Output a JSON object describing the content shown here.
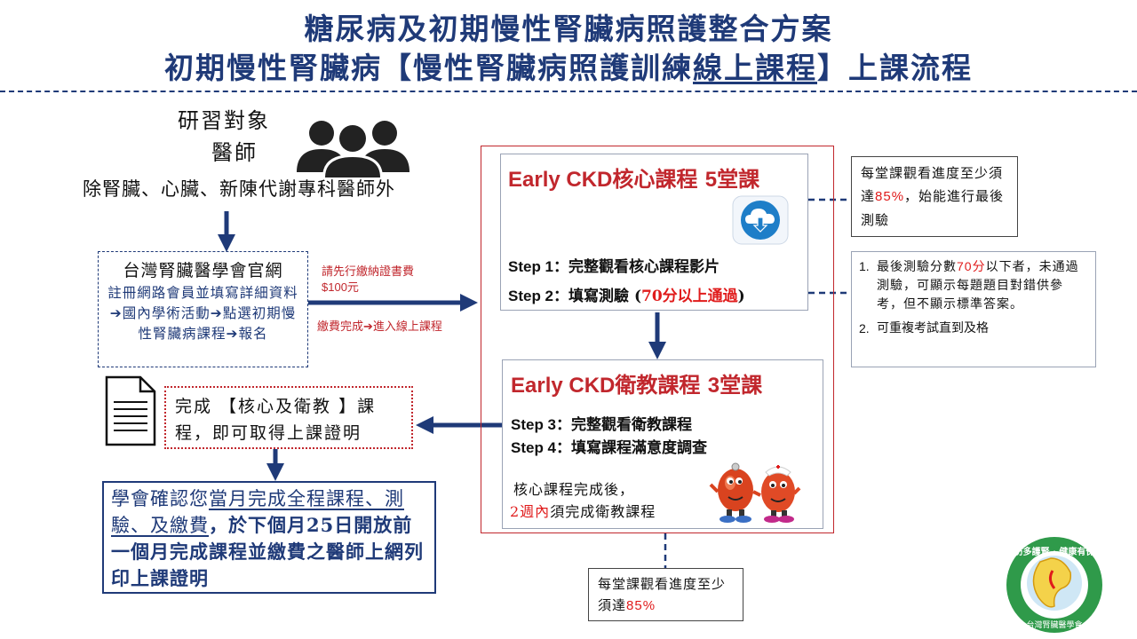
{
  "header": {
    "title_line1": "糖尿病及初期慢性腎臟病照護整合方案",
    "title_line2_pre": "初期慢性腎臟病【慢性腎臟病照護訓練",
    "title_line2_ul": "線上課程",
    "title_line2_post": "】上課流程"
  },
  "target": {
    "label1": "研習對象",
    "label2": "醫師",
    "note": "除腎臟、心臟、新陳代謝專科醫師外"
  },
  "register": {
    "title": "台灣腎臟醫學會官網",
    "body": "註冊網路會員並填寫詳細資料➔國內學術活動➔點選初期慢性腎臟病課程➔報名"
  },
  "fee": {
    "line1": "請先行繳納證書費",
    "amount": "$100元",
    "done": "繳費完成➔進入線上課程"
  },
  "core": {
    "title_en": "Early CKD",
    "title_zh": "核心課程",
    "count": "5",
    "unit": "堂課",
    "step1_label": "Step 1：",
    "step1_text": "完整觀看核心課程影片",
    "step2_label": "Step 2：",
    "step2_text_pre": "填寫測驗 (",
    "step2_red": "70分以上通過",
    "step2_text_post": ")"
  },
  "health_ed": {
    "title_en": "Early CKD",
    "title_zh": "衛教課程",
    "count": "3",
    "unit": "堂課",
    "step3_label": "Step 3：",
    "step3_text": "完整觀看衛教課程",
    "step4_label": "Step 4：",
    "step4_text": "填寫課程滿意度調查",
    "note1": "核心課程完成後，",
    "note2_red": "2週內",
    "note2_post": "須完成衛教課程"
  },
  "note_top": {
    "pre": "每堂課觀看進度至少須達",
    "red": "85%",
    "post": "，始能進行最後測驗"
  },
  "note_exam": {
    "item1_num": "1.",
    "item1_pre": "最後測驗分數",
    "item1_red": "70分",
    "item1_post": "以下者，未通過測驗，可顯示每題題目對錯供參考，但不顯示標準答案。",
    "item2_num": "2.",
    "item2_text": "可重複考試直到及格"
  },
  "note_bottom": {
    "pre": "每堂課觀看進度至少須達",
    "red": "85%"
  },
  "certificate": {
    "line1": "完成 【核心及衛教 】課程，即可取得上課證明"
  },
  "confirm": {
    "a": "學會確認您",
    "b": "當月完成全程課程、測驗、及繳費",
    "c": "，於下個月25日開放前一個月完成課程並繳費之醫師上網列印上課證明"
  },
  "logo": {
    "ring_text": "早防多護腎 · 健康有保障",
    "org": "台灣腎臟醫學會"
  },
  "colors": {
    "navy": "#1f3a78",
    "red": "#e01b1b",
    "darkred": "#c1272d",
    "logo_green": "#2f9a4a"
  }
}
